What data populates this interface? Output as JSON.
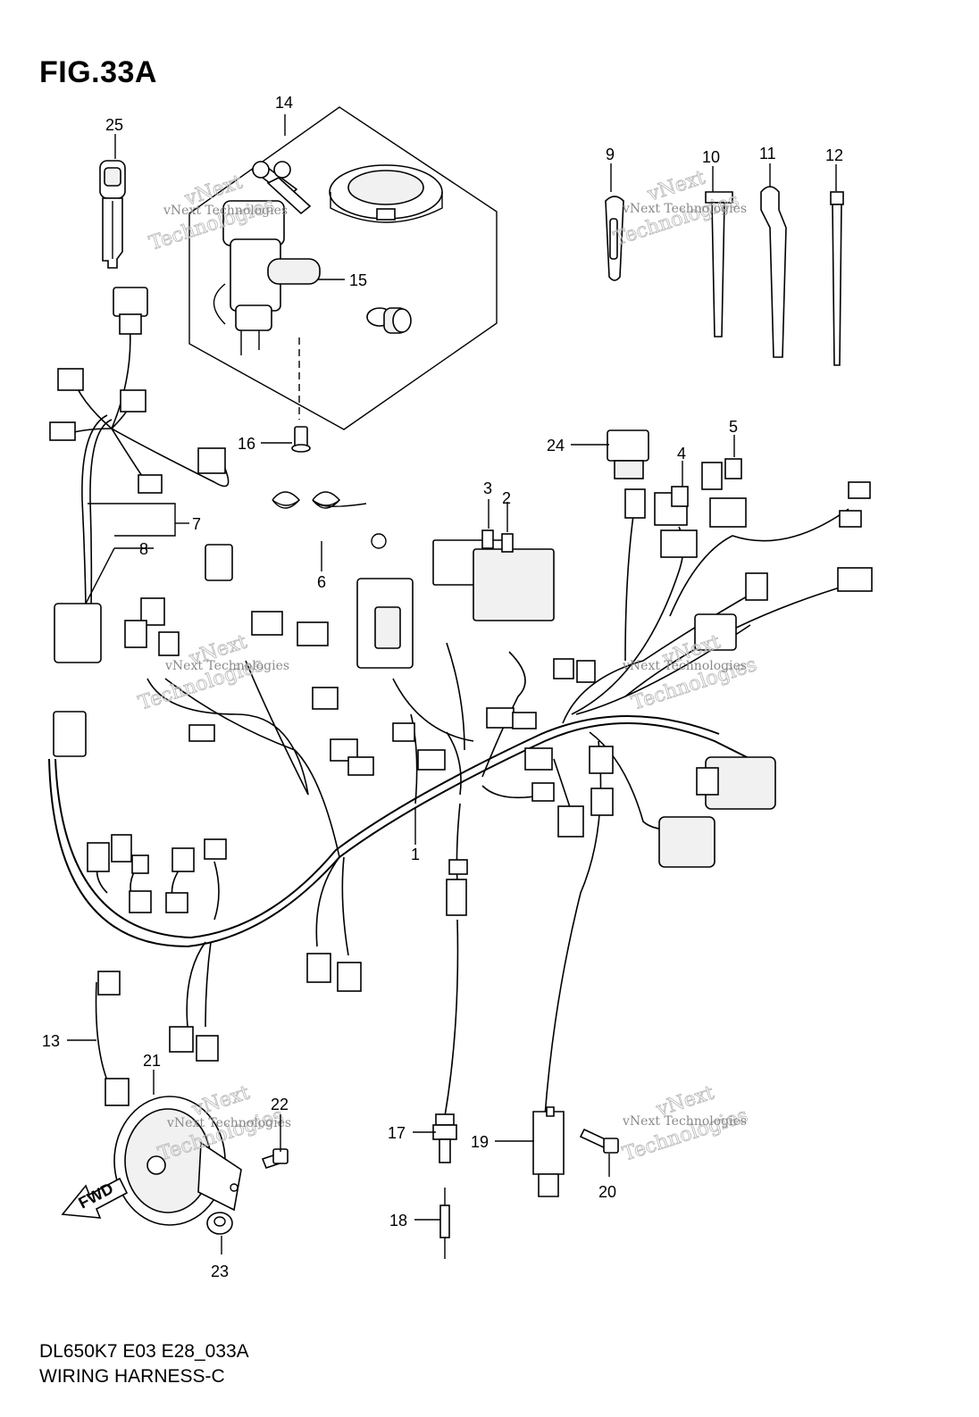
{
  "figure": {
    "title": "FIG.33A",
    "model_code": "DL650K7 E03 E28_033A",
    "section_name": "WIRING HARNESS-C"
  },
  "callouts": {
    "c1": "1",
    "c2": "2",
    "c3": "3",
    "c4": "4",
    "c5": "5",
    "c6": "6",
    "c7": "7",
    "c8": "8",
    "c9": "9",
    "c10": "10",
    "c11": "11",
    "c12": "12",
    "c13": "13",
    "c14": "14",
    "c15": "15",
    "c16": "16",
    "c17": "17",
    "c18": "18",
    "c19": "19",
    "c20": "20",
    "c21": "21",
    "c22": "22",
    "c23": "23",
    "c24": "24",
    "c25": "25"
  },
  "direction_arrow": {
    "label": "FWD"
  },
  "watermark": {
    "line1": "vNext Technologies",
    "line2": "vNext",
    "line3": "Technologies"
  }
}
